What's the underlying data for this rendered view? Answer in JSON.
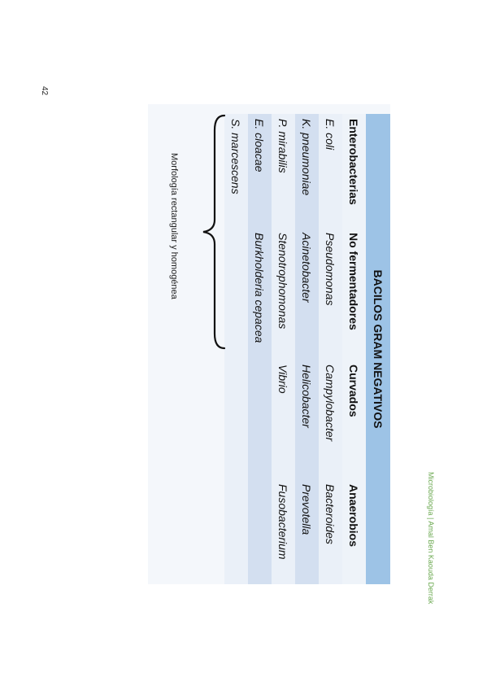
{
  "page": {
    "number": "42",
    "footer": "Microbiología | Amal Ben Kaouda Derrak"
  },
  "table": {
    "title": "BACILOS GRAM NEGATIVOS",
    "headers": [
      "Enterobacterias",
      "No fermentadores",
      "Curvados",
      "Anaerobios"
    ],
    "rows": [
      [
        "E. coli",
        "Pseudomonas",
        "Campylobacter",
        "Bacteroides"
      ],
      [
        "K. pneumoniae",
        "Acinetobacter",
        "Helicobacter",
        "Prevotella"
      ],
      [
        "P. mirabilis",
        "Stenotrophomonas",
        "Vibrio",
        "Fusobacterium"
      ],
      [
        "E. cloacae",
        "Burkholderia cepacea",
        "",
        ""
      ],
      [
        "S. marcescens",
        "",
        "",
        ""
      ]
    ]
  },
  "annotation": {
    "caption": "Morfología rectangular y homogénea"
  }
}
